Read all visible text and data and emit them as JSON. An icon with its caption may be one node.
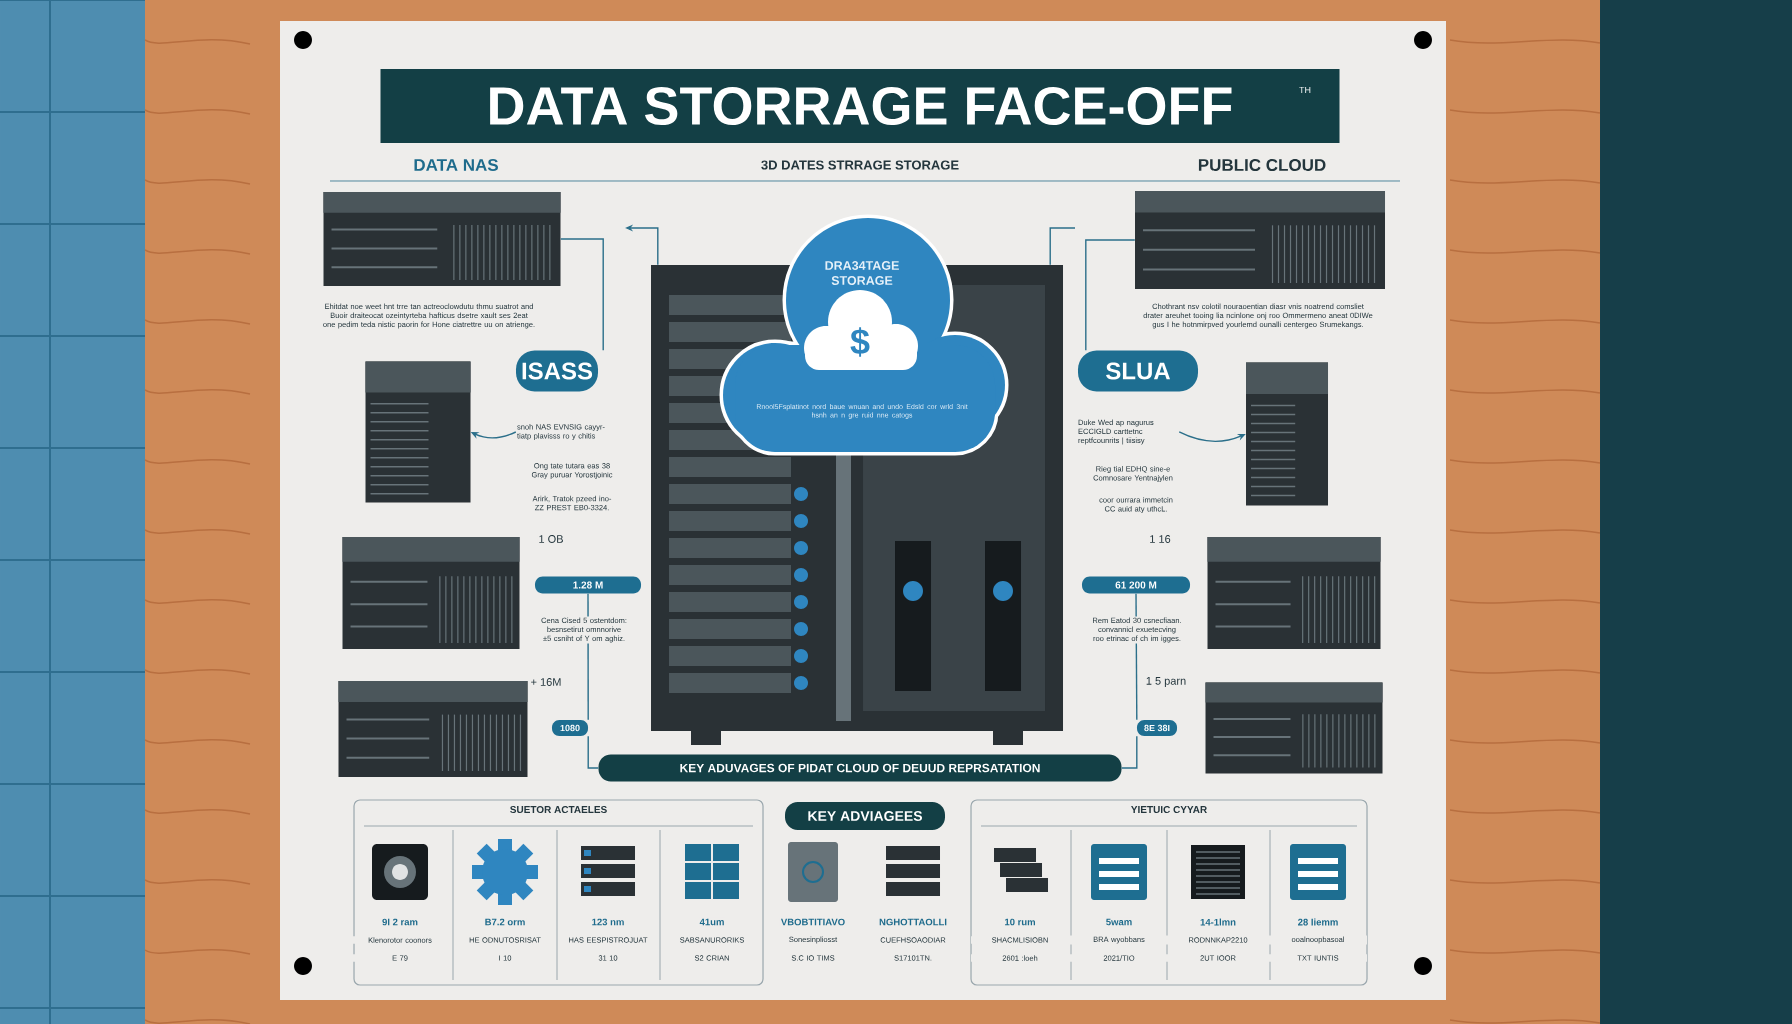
{
  "diagram": {
    "title": "DATA STORRAGE FACE-OFF",
    "nodes": [
      {
        "text": [],
        "shape": "picture"
      },
      {
        "text": [],
        "shape": "picture"
      },
      {
        "text": [
          "DRA34TAGE STORAGE",
          "$",
          "Rnool5Fsplatinot nord baue wnuan and undo Edsld cor wrld 3nit hsnh an n gre ruid nne catogs"
        ]
      },
      {
        "text": [],
        "shape": "picture"
      },
      {
        "text": [
          "ISASS"
        ]
      },
      {
        "text": [
          "SLUA"
        ]
      },
      {
        "text": [],
        "shape": "picture"
      },
      {
        "text": [
          "snoh NAS EVNSIG cayyr- tiatp plavisss ro y chitis"
        ]
      },
      {
        "text": [
          "Duke Wed ap nagurus ECCIGLD carttetnc reptfcounrits | tiisisy"
        ]
      },
      {
        "text": [],
        "shape": "picture"
      },
      {
        "text": [],
        "shape": "picture"
      },
      {
        "text": [
          "1.28 M"
        ]
      },
      {
        "text": [
          "61 200 M"
        ]
      },
      {
        "text": [],
        "shape": "picture"
      },
      {
        "text": [],
        "shape": "picture"
      },
      {
        "text": [
          "1080"
        ]
      },
      {
        "text": [
          "8E 38I"
        ]
      },
      {
        "text": [],
        "shape": "picture"
      },
      {
        "text": [
          "KEY ADUVAGES OF PIDAT CLOUD OF DEUUD REPRSATATION"
        ]
      },
      {
        "text": [
          "SUETOR ACTAELES"
        ]
      },
      {
        "text": [
          "KEY ADVIAGEES"
        ]
      },
      {
        "text": [
          "YIETUIC CYYAR"
        ]
      }
    ],
    "edges": [
      {
        "from": 7,
        "to": 6,
        "arrow": "to"
      },
      {
        "from": 8,
        "to": 9,
        "arrow": "to"
      },
      {
        "from": 0,
        "to": 4,
        "arrow": "none"
      },
      {
        "from": 3,
        "to": null,
        "arrow": "to"
      },
      {
        "from": 1,
        "to": 5,
        "arrow": "none"
      },
      {
        "from": 3,
        "to": null,
        "arrow": "none"
      },
      {
        "from": 11,
        "to": 15,
        "arrow": "none"
      },
      {
        "from": 15,
        "to": 18,
        "arrow": "none"
      },
      {
        "from": 12,
        "to": 16,
        "arrow": "none"
      },
      {
        "from": 16,
        "to": 18,
        "arrow": "none"
      }
    ],
    "labels": [
      "TH",
      "DATA NAS",
      "3D DATES STRRAGE STORAGE",
      "PUBLIC CLOUD",
      "Ehitdat noe weet hnt trre tan actreoclowdutu thmu suatrot and Buoir draiteocat ozeintyrteba hafticus dsetre xault ses 2eat one pedim teda nistic paorin for Hone ciatrettre uu on atrienge.",
      "Chothrant nsv colotil nouraoentian diasr vnis noatrend comsliet drater areuhet tooing lia ncinlone onj roo Ommermeno aneat 0DIWe gus I he hotnmirpved yourlemd ounalli centergeo Srumekangs.",
      "Ong tate tutara eas 38 Gray puruar Yorostjoinic",
      "Arirk, Tratok pzeed ino- ZZ PREST EB0-3324.",
      "1 OB",
      "Cena Cised 5 ostentdom: besnsetirut omnnorive ±5 csniht of Y om aghiz.",
      "+ 16M",
      "Rieg tial EDHQ sine-e Comnosare Yentnajylen",
      "coor ourrara immetcin CC auid aty uthcL.",
      "1 16",
      "Rem Eatod 30 csnecfiaan. convannicl exuetecving roo etrinac of ch im igges.",
      "1 5 parn",
      "9I 2 ram",
      "Klenorotor coonors",
      "E 79",
      "B7.2 orm",
      "HE ODNUTOSRISAT",
      "I 10",
      "123 nm",
      "HAS EESPISTROJUAT",
      "31 10",
      "41um",
      "SABSANURORIKS",
      "S2 CRIAN",
      "VBOBTITIAVO",
      "Sonesinpliosst",
      "S.C IO TIMS",
      "NGHOTTAOLLI",
      "CUEFHSOAODIAR",
      "S17101TN.",
      "10 rum",
      "SHACMLISIOBN",
      "2601 :loeh",
      "5wam",
      "BRA wyobbans",
      "2021/TIO",
      "14-1lmn",
      "RODNNKAP2210",
      "2UT IOOR",
      "28 Iiemm",
      "ooalnoopbasoal",
      "TXT IUNTIS"
    ]
  }
}
